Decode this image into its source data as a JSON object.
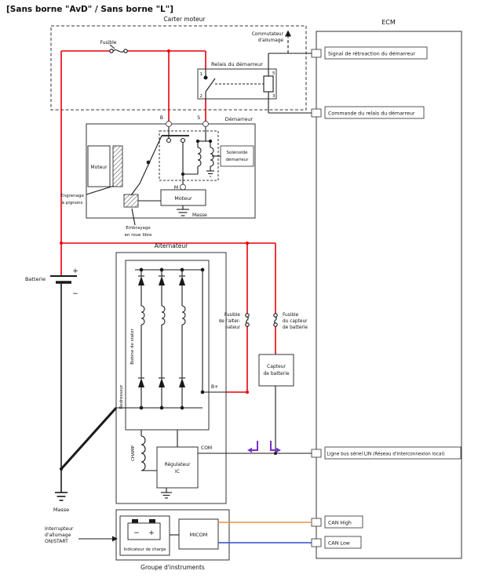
{
  "title": "[Sans borne \"AvD\" / Sans borne \"L\"]",
  "colors": {
    "wire_red": "#e8000d",
    "wire_orange": "#f0913a",
    "wire_blue": "#2f4bd7",
    "lin_purple": "#7a2fd0"
  },
  "carter": {
    "label": "Carter moteur",
    "fuse_label": "Fusible",
    "relay": {
      "label": "Relais du démarreur",
      "pin1": "1",
      "pin2": "2",
      "pin3": "3",
      "pin5": "5"
    },
    "ignition_switch": {
      "line1": "Commutateur",
      "line2": "d'allumage"
    }
  },
  "ecm": {
    "label": "ECM",
    "pin_feedback": "Signal de rétroaction du démarreur",
    "pin_relay_cmd": "Commande du relais du démarreur",
    "pin_lin": "Ligne bus sériel LIN (Réseau d'interconnexion local)",
    "pin_can_high": "CAN High",
    "pin_can_low": "CAN Low"
  },
  "starter": {
    "label": "Démarreur",
    "terminal_b": "B",
    "terminal_s": "S",
    "terminal_m": "M",
    "solenoid": {
      "line1": "Solénoïde",
      "line2": "démarreur"
    },
    "motor_label": "Moteur",
    "ground_label": "Masse",
    "engine_motor_label": "Moteur",
    "pinion": {
      "line1": "Engrenage",
      "line2": "à pignons"
    },
    "clutch": {
      "line1": "Embrayage",
      "line2": "en roue libre"
    }
  },
  "battery": {
    "label": "Batterie",
    "plus": "+",
    "minus": "−",
    "ground_label": "Masse"
  },
  "alternator": {
    "label": "Alternateur",
    "stator_label": "Bobine de stator",
    "rectifier_label": "Redresseur",
    "field_label": "CHAMP",
    "regulator": {
      "line1": "Régulateur",
      "line2": "IC"
    },
    "com_label": "COM",
    "bplus_label": "B+"
  },
  "fuse_alternator": {
    "line1": "Fusible",
    "line2": "de l'alter-",
    "line3": "nateur"
  },
  "fuse_battery_sensor": {
    "line1": "Fusible",
    "line2": "du capteur",
    "line3": "de batterie"
  },
  "battery_sensor": {
    "line1": "Capteur",
    "line2": "de batterie"
  },
  "cluster": {
    "label": "Groupe d'instruments",
    "charge_indicator_label": "Indicateur de charge",
    "micom_label": "MICOM",
    "icon_minus": "−",
    "icon_plus": "+",
    "ignition": {
      "line1": "Interrupteur",
      "line2": "d'allumage",
      "line3": "ON/START"
    }
  }
}
